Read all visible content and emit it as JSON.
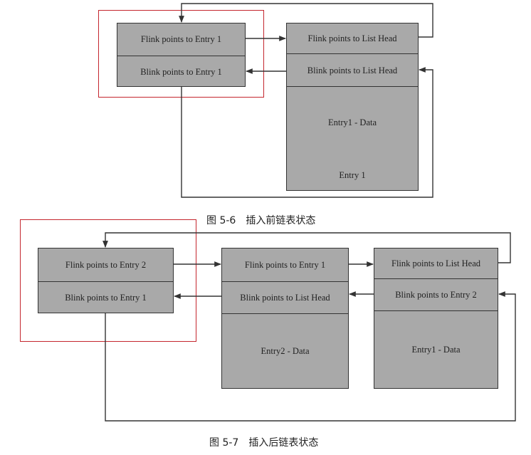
{
  "fig1": {
    "head": {
      "flink": "Flink points to Entry 1",
      "blink": "Blink points to Entry 1"
    },
    "entry1": {
      "flink": "Flink points to List Head",
      "blink": "Blink points to List Head",
      "data": "Entry1 - Data",
      "label": "Entry 1"
    },
    "caption": "图 5-6　插入前链表状态"
  },
  "fig2": {
    "head": {
      "flink": "Flink points to Entry 2",
      "blink": "Blink points to Entry 1"
    },
    "entry2": {
      "flink": "Flink points to Entry 1",
      "blink": "Blink points to List Head",
      "data": "Entry2 - Data"
    },
    "entry1": {
      "flink": "Flink points to List Head",
      "blink": "Blink points to Entry 2",
      "data": "Entry1 - Data"
    },
    "caption": "图 5-7　插入后链表状态"
  },
  "colors": {
    "box_fill": "#a9a9a9",
    "highlight": "#c4262e"
  }
}
